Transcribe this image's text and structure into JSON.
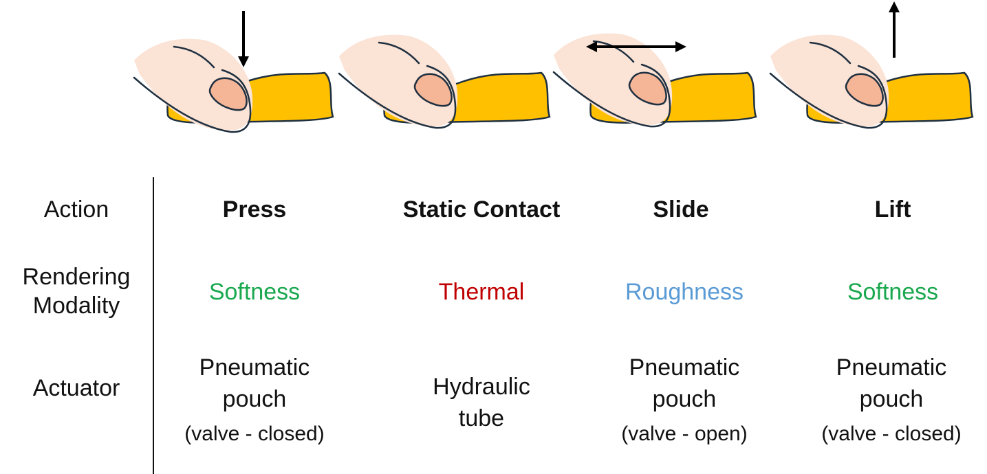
{
  "row_labels": {
    "action": "Action",
    "modality_line1": "Rendering",
    "modality_line2": "Modality",
    "actuator": "Actuator"
  },
  "columns": [
    {
      "action": "Press",
      "modality": "Softness",
      "modality_color": "#1aa84f",
      "actuator_lines": [
        "Pneumatic",
        "pouch"
      ],
      "actuator_note": "(valve - closed)",
      "motion_arrow": "arrow-down-icon"
    },
    {
      "action": "Static Contact",
      "modality": "Thermal",
      "modality_color": "#c00000",
      "actuator_lines": [
        "Hydraulic",
        "tube"
      ],
      "actuator_note": "",
      "motion_arrow": ""
    },
    {
      "action": "Slide",
      "modality": "Roughness",
      "modality_color": "#5b9bd5",
      "actuator_lines": [
        "Pneumatic",
        "pouch"
      ],
      "actuator_note": "(valve - open)",
      "motion_arrow": "arrow-left-right-icon"
    },
    {
      "action": "Lift",
      "modality": "Softness",
      "modality_color": "#1aa84f",
      "actuator_lines": [
        "Pneumatic",
        "pouch"
      ],
      "actuator_note": "(valve - closed)",
      "motion_arrow": "arrow-up-icon"
    }
  ],
  "colors": {
    "pad_fill": "#ffc000",
    "finger_fill": "#fbe3d6",
    "nail_fill": "#f5b597",
    "outline": "#1f3040"
  }
}
